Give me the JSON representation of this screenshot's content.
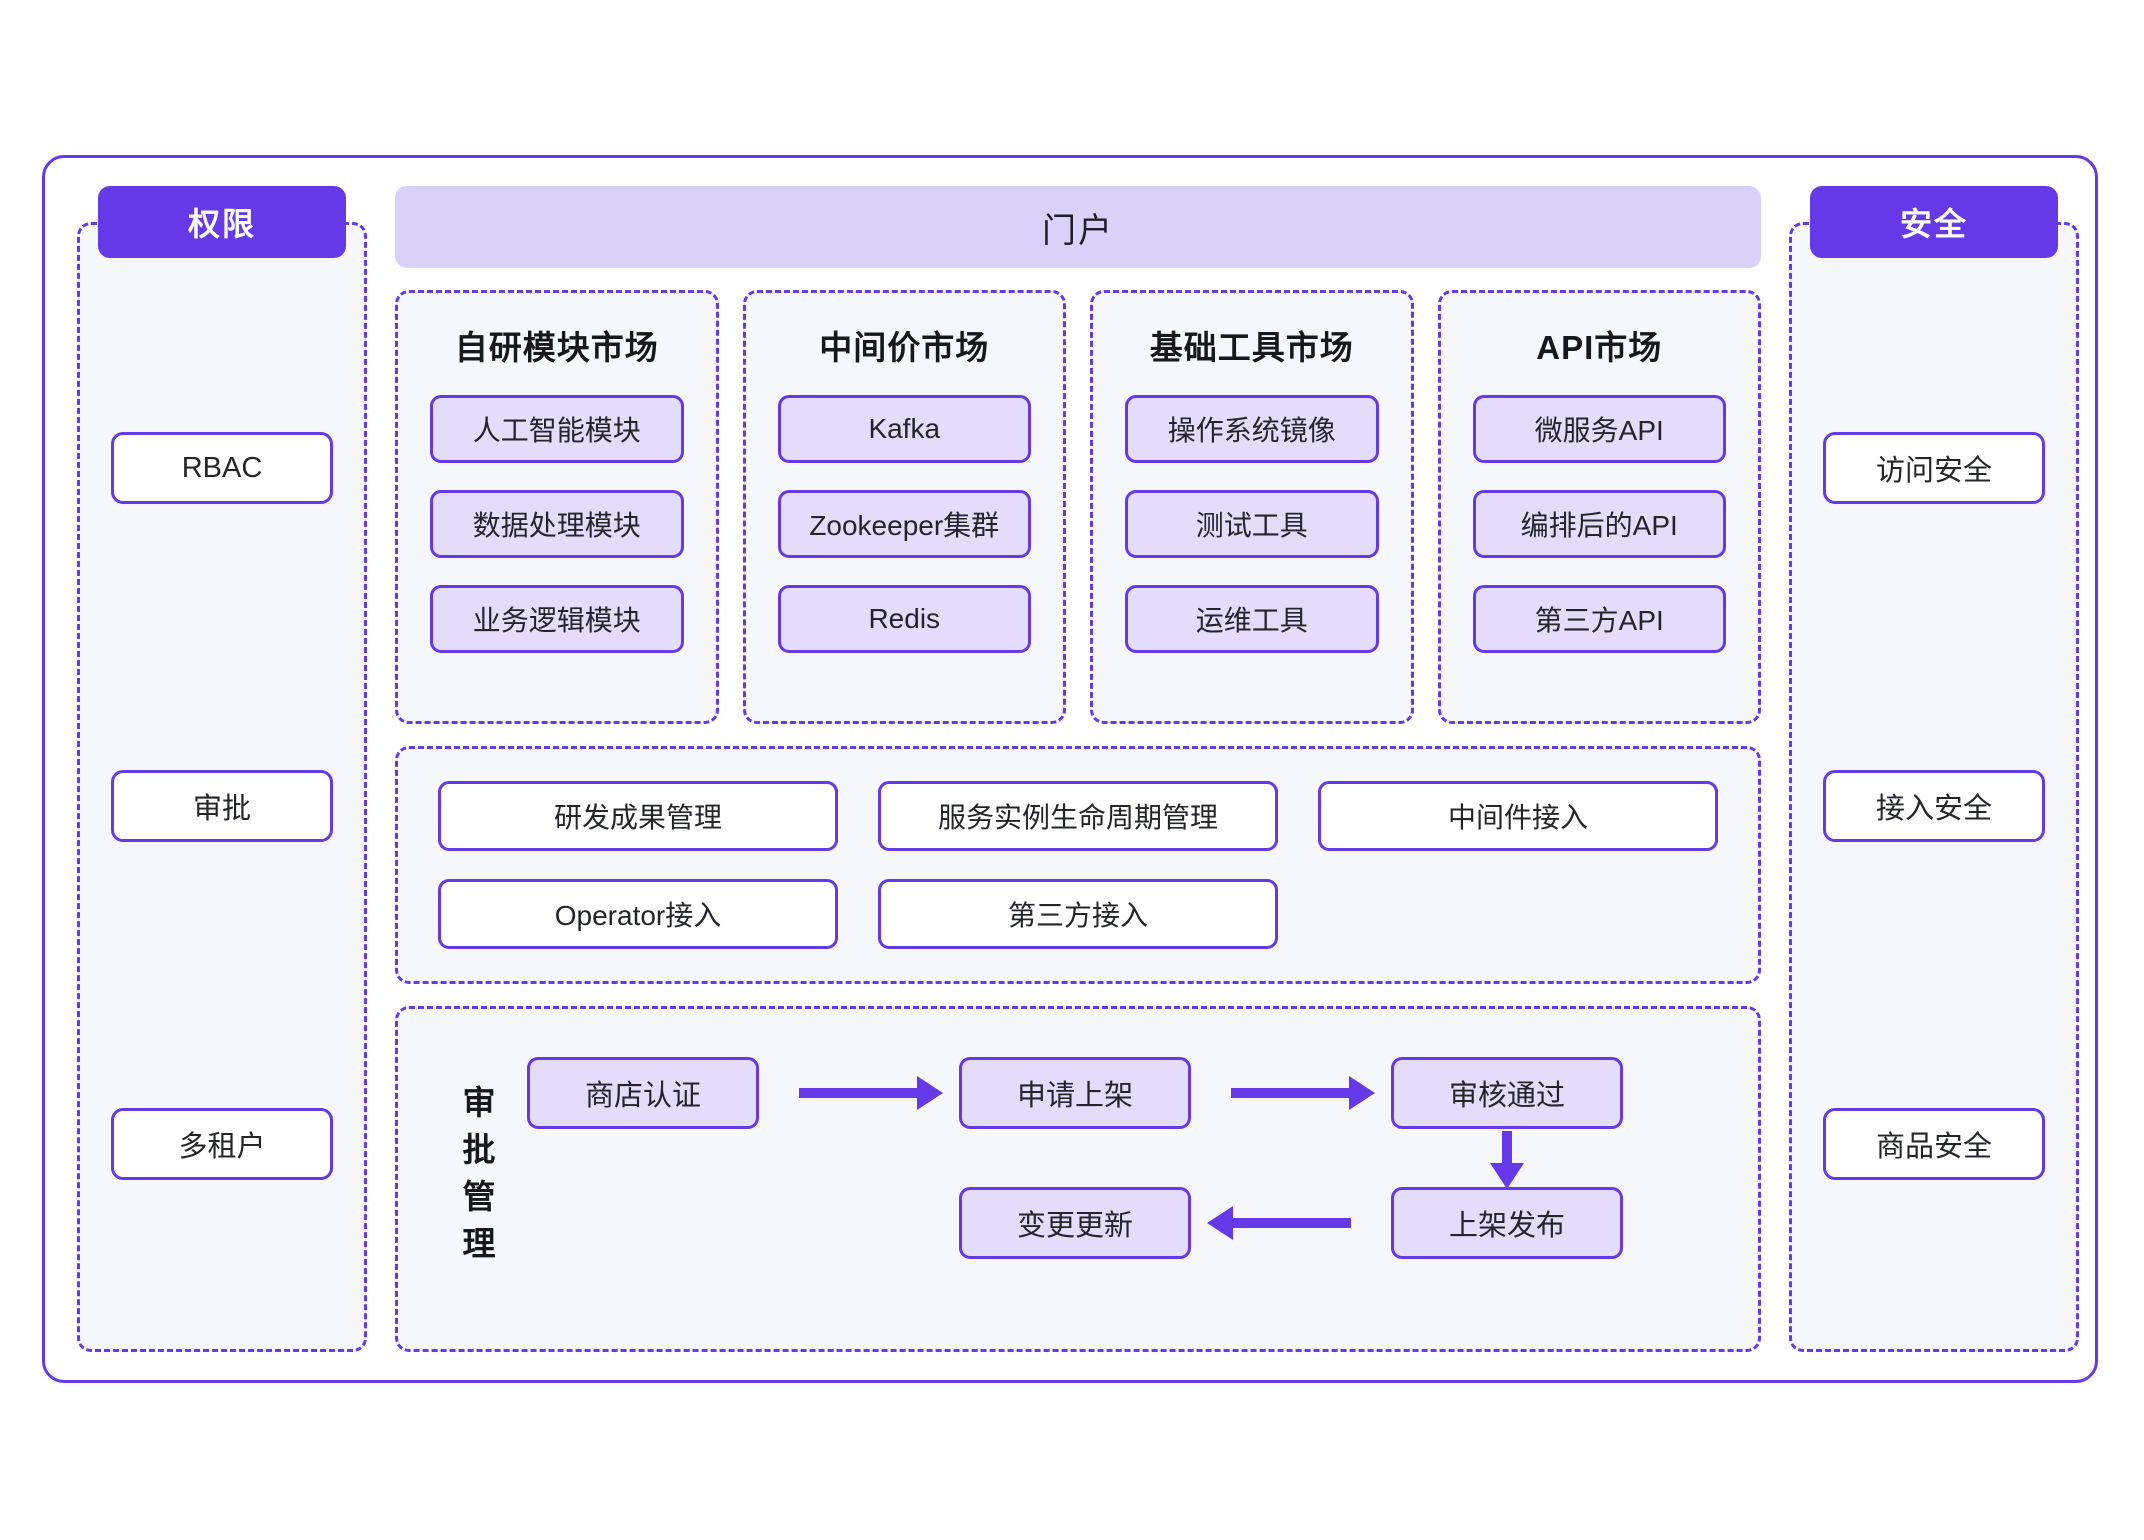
{
  "colors": {
    "accent": "#6539e8",
    "portal_bar_bg": "#d9d1f8",
    "item_bg": "#e3dcfa",
    "panel_bg": "#f6f7fa",
    "text": "#23252b"
  },
  "left_panel": {
    "badge": "权限",
    "items": [
      {
        "label": "RBAC"
      },
      {
        "label": "审批"
      },
      {
        "label": "多租户"
      }
    ]
  },
  "right_panel": {
    "badge": "安全",
    "items": [
      {
        "label": "访问安全"
      },
      {
        "label": "接入安全"
      },
      {
        "label": "商品安全"
      }
    ]
  },
  "portal": {
    "title": "门户"
  },
  "markets": [
    {
      "title": "自研模块市场",
      "items": [
        "人工智能模块",
        "数据处理模块",
        "业务逻辑模块"
      ]
    },
    {
      "title": "中间价市场",
      "items": [
        "Kafka",
        "Zookeeper集群",
        "Redis"
      ]
    },
    {
      "title": "基础工具市场",
      "items": [
        "操作系统镜像",
        "测试工具",
        "运维工具"
      ]
    },
    {
      "title": "API市场",
      "items": [
        "微服务API",
        "编排后的API",
        "第三方API"
      ]
    }
  ],
  "capabilities": {
    "row1": [
      "研发成果管理",
      "服务实例生命周期管理",
      "中间件接入"
    ],
    "row2": [
      "Operator接入",
      "第三方接入"
    ]
  },
  "approval": {
    "label": "审批管理",
    "nodes": [
      {
        "id": "n1",
        "label": "商店认证"
      },
      {
        "id": "n2",
        "label": "申请上架"
      },
      {
        "id": "n3",
        "label": "审核通过"
      },
      {
        "id": "n4",
        "label": "上架发布"
      },
      {
        "id": "n5",
        "label": "变更更新"
      }
    ]
  }
}
